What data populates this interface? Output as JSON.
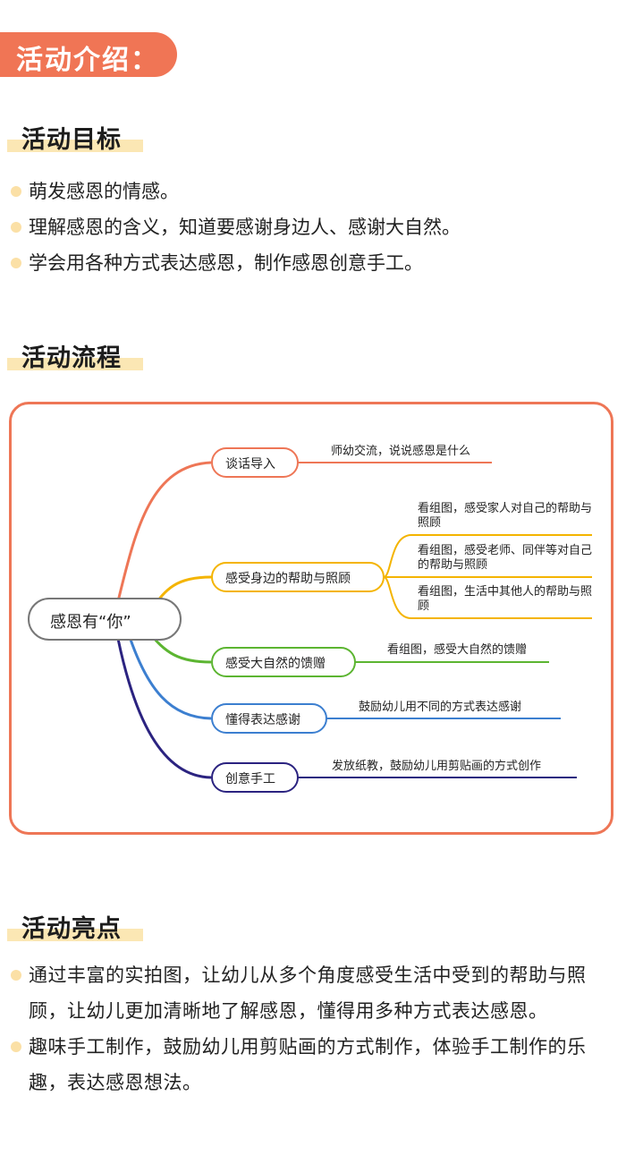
{
  "banner": {
    "title": "活动介绍："
  },
  "sections": {
    "goals_title": "活动目标",
    "process_title": "活动流程",
    "highlights_title": "活动亮点"
  },
  "goals": [
    "萌发感恩的情感。",
    "理解感恩的含义，知道要感谢身边人、感谢大自然。",
    "学会用各种方式表达感恩，制作感恩创意手工。"
  ],
  "mindmap": {
    "root": "感恩有“你”",
    "branches": [
      {
        "label": "谈话导入",
        "color": "#ee7656",
        "leaves": [
          "师幼交流，说说感恩是什么"
        ]
      },
      {
        "label": "感受身边的帮助与照顾",
        "color": "#f4b400",
        "leaves": [
          "看组图，感受家人对自己的帮助与照顾",
          "看组图，感受老师、同伴等对自己的帮助与照顾",
          "看组图，生活中其他人的帮助与照顾"
        ]
      },
      {
        "label": "感受大自然的馈赠",
        "color": "#5cb531",
        "leaves": [
          "看组图，感受大自然的馈赠"
        ]
      },
      {
        "label": "懂得表达感谢",
        "color": "#3c7fd0",
        "leaves": [
          "鼓励幼儿用不同的方式表达感谢"
        ]
      },
      {
        "label": "创意手工",
        "color": "#2b2380",
        "leaves": [
          "发放纸教，鼓励幼儿用剪贴画的方式创作"
        ]
      }
    ]
  },
  "highlights": [
    "通过丰富的实拍图，让幼儿从多个角度感受生活中受到的帮助与照顾，让幼儿更加清晰地了解感恩，懂得用多种方式表达感恩。",
    "趣味手工制作，鼓励幼儿用剪贴画的方式制作，体验手工制作的乐趣，表达感恩想法。"
  ],
  "colors": {
    "accent": "#f07555",
    "highlight_bar": "#fbe7b4",
    "bullet_dot": "#fbe0a6",
    "frame_border": "#ee7656"
  }
}
